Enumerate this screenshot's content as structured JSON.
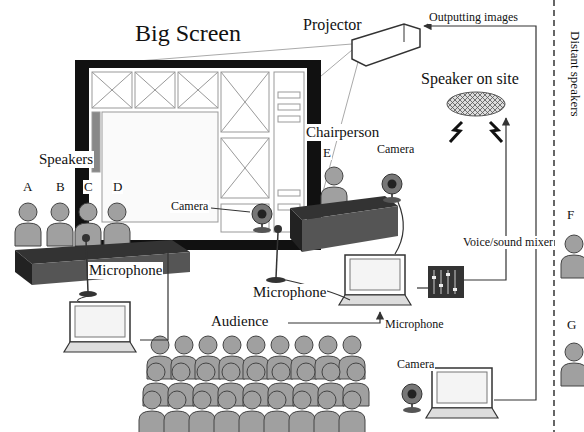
{
  "diagram": {
    "labels": [
      "Big Screen",
      "Projector",
      "Outputting images",
      "Distant speakers",
      "Speaker on site",
      "Chairperson",
      "E",
      "Speakers",
      "A",
      "B",
      "C",
      "D",
      "Camera",
      "Camera",
      "Microphone",
      "Microphone",
      "Voice/sound mixer",
      "Audience",
      "Microphone",
      "F",
      "G",
      "Camera"
    ]
  }
}
